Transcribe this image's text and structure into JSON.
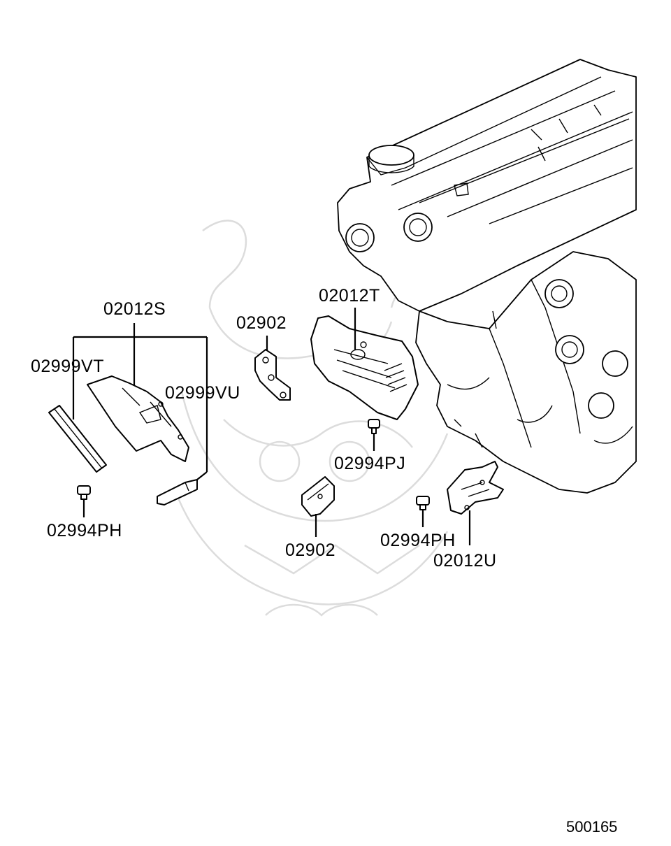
{
  "labels": {
    "p02012S": "02012S",
    "p02999VT": "02999VT",
    "p02999VU": "02999VU",
    "p02994PH_left": "02994PH",
    "p02902_top": "02902",
    "p02012T": "02012T",
    "p02994PJ": "02994PJ",
    "p02902_bottom": "02902",
    "p02994PH_right": "02994PH",
    "p02012U": "02012U"
  },
  "reference": "500165"
}
